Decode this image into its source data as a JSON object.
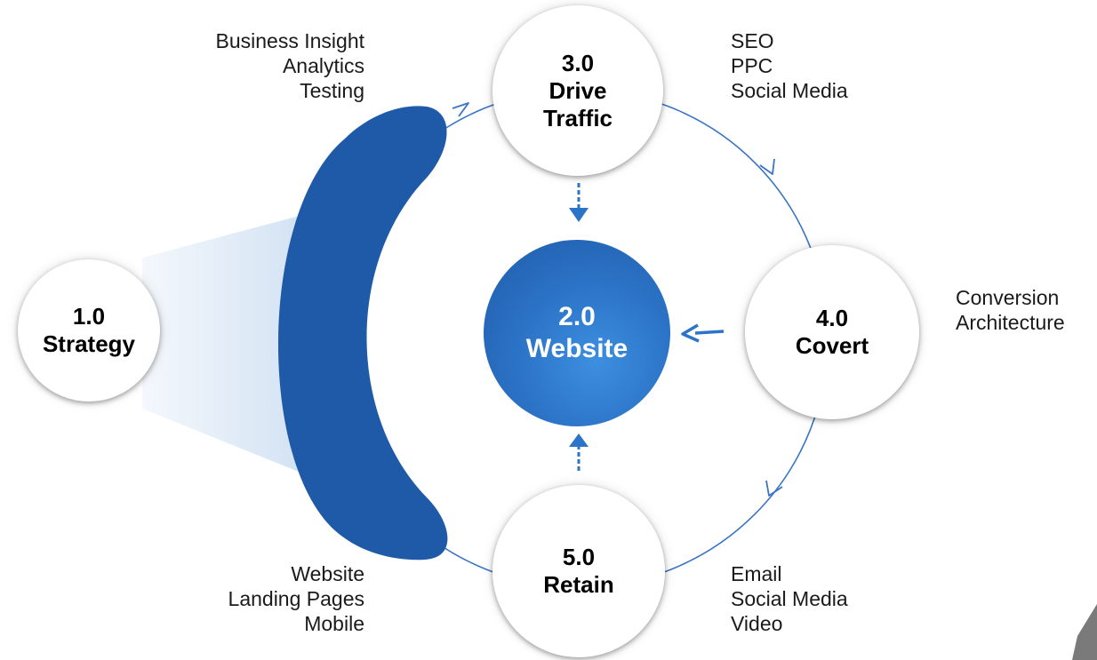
{
  "colors": {
    "ring": "#3a74c4",
    "band": "#1f5aa8",
    "center": "#2c74c8",
    "node_fill": "#ffffff",
    "beam": "#c9dcf1"
  },
  "nodes": {
    "strategy": {
      "number": "1.0",
      "name": "Strategy"
    },
    "website": {
      "number": "2.0",
      "name": "Website"
    },
    "drive_traffic": {
      "number": "3.0",
      "name_line1": "Drive",
      "name_line2": "Traffic"
    },
    "convert": {
      "number": "4.0",
      "name": "Covert"
    },
    "retain": {
      "number": "5.0",
      "name": "Retain"
    }
  },
  "labels": {
    "strategy_tasks": [
      "Business Insight",
      "Analytics",
      "Testing"
    ],
    "traffic_channels": [
      "SEO",
      "PPC",
      "Social Media"
    ],
    "conversion": [
      "Conversion",
      "Architecture"
    ],
    "retention_channels": [
      "Email",
      "Social Media",
      "Video"
    ],
    "website_assets": [
      "Website",
      "Landing Pages",
      "Mobile"
    ]
  }
}
